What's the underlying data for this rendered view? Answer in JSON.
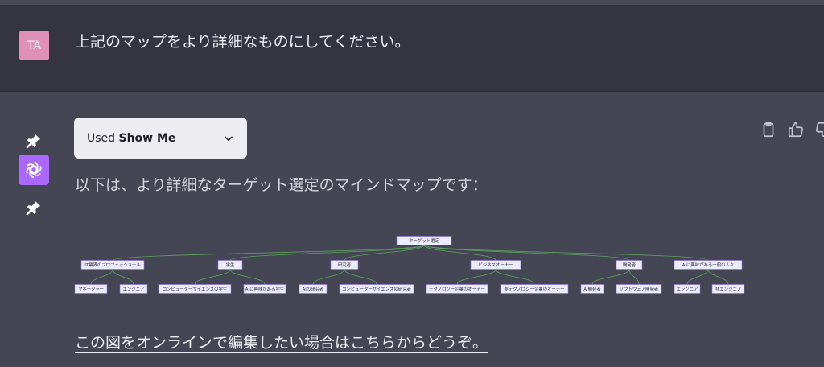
{
  "user": {
    "avatar_initials": "TA",
    "avatar_color": "#e08fb6",
    "message": "上記のマップをより詳細なものにしてください。"
  },
  "assistant": {
    "avatar_color": "#ab68ff",
    "avatar_icon": "openai-logo-icon",
    "plugin": {
      "prefix": "Used ",
      "name": "Show Me"
    },
    "intro": "以下は、より詳細なターゲット選定のマインドマップです：",
    "link": "この図をオンラインで編集したい場合はこちらからどうぞ。",
    "actions": [
      "clipboard-icon",
      "thumbs-up-icon",
      "thumbs-down-icon"
    ],
    "side_icons": [
      "pin-icon",
      "pin-icon"
    ]
  },
  "mindmap": {
    "root": "ターゲット選定",
    "branches": [
      {
        "label": "IT業界のプロフェッショナル",
        "children": [
          "マネージャー",
          "エンジニア"
        ]
      },
      {
        "label": "学生",
        "children": [
          "コンピューターサイエンスの学生",
          "AIに興味がある学生"
        ]
      },
      {
        "label": "研究者",
        "children": [
          "AIの研究者",
          "コンピューターサイエンスの研究者"
        ]
      },
      {
        "label": "ビジネスオーナー",
        "children": [
          "テクノロジー企業のオーナー",
          "非テクノロジー企業のオーナー"
        ]
      },
      {
        "label": "開発者",
        "children": [
          "AI開発者",
          "ソフトウェア開発者"
        ]
      },
      {
        "label": "AIに興味がある一般の人々",
        "children": [
          "エンジニア",
          "非エンジニア"
        ]
      }
    ],
    "line_color": "#5fa55f",
    "node_fill": "#ececff",
    "node_border": "#9370db"
  }
}
